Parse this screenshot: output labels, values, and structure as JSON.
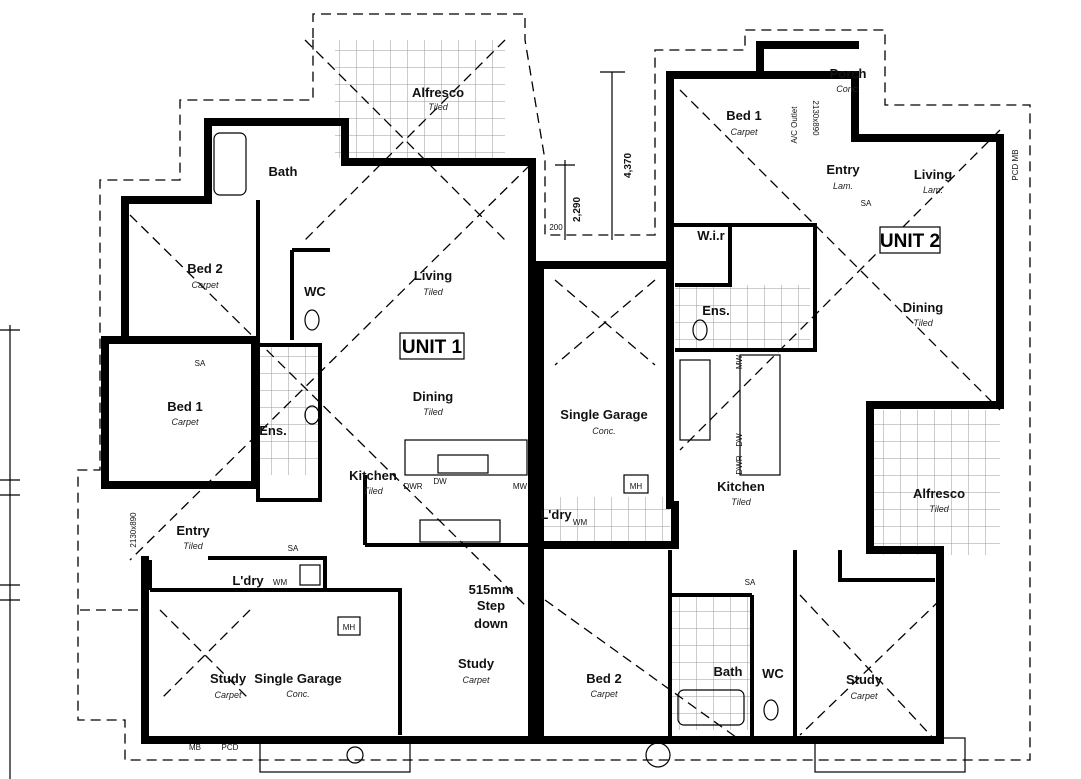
{
  "plan": {
    "unit1": {
      "title": "UNIT 1",
      "rooms": {
        "alfresco": {
          "name": "Alfresco",
          "finish": "Tiled"
        },
        "bath": {
          "name": "Bath"
        },
        "bed2": {
          "name": "Bed 2",
          "finish": "Carpet"
        },
        "wc": {
          "name": "WC"
        },
        "living": {
          "name": "Living",
          "finish": "Tiled"
        },
        "bed1": {
          "name": "Bed 1",
          "finish": "Carpet"
        },
        "dining": {
          "name": "Dining",
          "finish": "Tiled"
        },
        "ens": {
          "name": "Ens."
        },
        "kitchen": {
          "name": "Kitchen",
          "finish": "Tiled"
        },
        "entry": {
          "name": "Entry",
          "finish": "Tiled"
        },
        "laundry": {
          "name": "L'dry"
        },
        "study_left": {
          "name": "Study",
          "finish": "Carpet"
        },
        "garage": {
          "name": "Single Garage",
          "finish": "Conc."
        },
        "study": {
          "name": "Study",
          "finish": "Carpet"
        }
      },
      "step_note": [
        "515mm",
        "Step",
        "down"
      ],
      "labels": {
        "sa1": "SA",
        "sa2": "SA",
        "dwr": "DWR",
        "dw": "DW",
        "mw": "MW",
        "wm": "WM",
        "mh": "MH",
        "mb": "MB",
        "pcd": "PCD",
        "door": "2130x890"
      }
    },
    "unit2": {
      "title": "UNIT 2",
      "rooms": {
        "porch": {
          "name": "Porch",
          "finish": "Conc."
        },
        "bed1": {
          "name": "Bed 1",
          "finish": "Carpet"
        },
        "entry": {
          "name": "Entry",
          "finish": "Lam."
        },
        "living": {
          "name": "Living",
          "finish": "Lam."
        },
        "wir": {
          "name": "W.i.r"
        },
        "ens": {
          "name": "Ens."
        },
        "dining": {
          "name": "Dining",
          "finish": "Tiled"
        },
        "garage": {
          "name": "Single Garage",
          "finish": "Conc."
        },
        "kitchen": {
          "name": "Kitchen",
          "finish": "Tiled"
        },
        "alfresco": {
          "name": "Alfresco",
          "finish": "Tiled"
        },
        "laundry": {
          "name": "L'dry"
        },
        "bed2": {
          "name": "Bed 2",
          "finish": "Carpet"
        },
        "bath": {
          "name": "Bath"
        },
        "wc": {
          "name": "WC"
        },
        "study": {
          "name": "Study",
          "finish": "Carpet"
        }
      },
      "labels": {
        "sa1": "SA",
        "sa2": "SA",
        "ac": "A/C Outlet",
        "door": "2130x890",
        "pcdmb": "PCD MB",
        "mw": "MW",
        "dw": "DW",
        "dwr": "DWR",
        "wm": "WM",
        "mh": "MH"
      }
    },
    "dimensions": {
      "d1": "4,370",
      "d2": "2,290",
      "d3": "200"
    }
  }
}
